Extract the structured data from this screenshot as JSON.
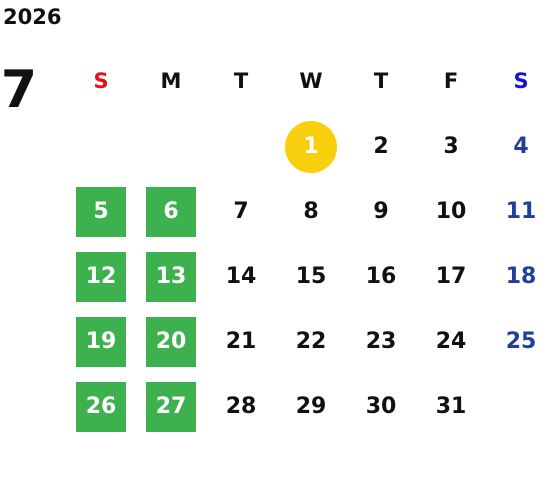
{
  "calendar": {
    "year": "2026",
    "month": "7",
    "weekdays": [
      "S",
      "M",
      "T",
      "W",
      "T",
      "F",
      "S"
    ],
    "weeks": [
      [
        "",
        "",
        "",
        "1",
        "2",
        "3",
        "4"
      ],
      [
        "5",
        "6",
        "7",
        "8",
        "9",
        "10",
        "11"
      ],
      [
        "12",
        "13",
        "14",
        "15",
        "16",
        "17",
        "18"
      ],
      [
        "19",
        "20",
        "21",
        "22",
        "23",
        "24",
        "25"
      ],
      [
        "26",
        "27",
        "28",
        "29",
        "30",
        "31",
        ""
      ]
    ]
  },
  "colors": {
    "sunday_header": "#e8101a",
    "saturday_header": "#1a10d8",
    "saturday_number": "#1f3f9a",
    "highlight_green": "#3cb14d",
    "today_yellow": "#f8cf0c",
    "text": "#111111"
  }
}
